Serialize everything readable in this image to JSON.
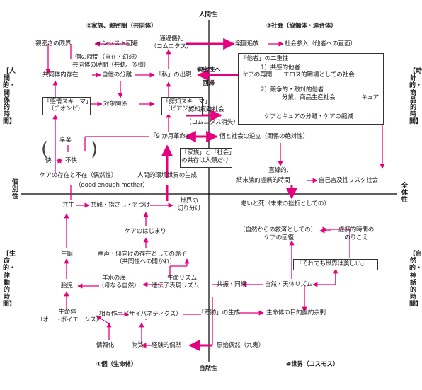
{
  "axes": {
    "top": "人間性",
    "bottom": "自然性",
    "left": "個別性",
    "right": "全体性"
  },
  "quadrants": {
    "q1": "①個（生命体）",
    "q2": "②家族、親密圏（共同体）",
    "q3": "③社会（協働体・連合体）",
    "q4": "④世界（コスモス）"
  },
  "side_labels": {
    "left_upper": "【人間的・関係的時間】",
    "left_lower": "【生命的・律動的時間】",
    "right_upper": "【時計的・商品的時間】",
    "right_lower": "【自然的・神話的時間】"
  },
  "nodes": {
    "shinmitsu": "親密さの限界",
    "incest": "インセスト回避",
    "tsuka1": "通過儀礼",
    "tsuka2": "（コムニタス）",
    "rakuen": "楽園追放",
    "shakai_sanka": "社会参入（他者への直面）",
    "kojin_jikan1": "個の時間（自在・幻想）",
    "kojin_jikan2": "共同体の時間（共軌、多様）",
    "kyodotai_nai": "共同体内存在",
    "jiga_bunretsu": "自他の分離",
    "watashi": "「私」の出現",
    "shinmitsu_he": "親密性へ",
    "kaiki": "回帰",
    "tasha_title": "「他者」の二重性",
    "kyokan1": "1）共感的他者",
    "eros": "エロス的職場としての社会",
    "care_saikai": "ケアの再開",
    "kyoso1": "2）競争的・敵対的他者",
    "kyoso2": "分業、商品生産社会",
    "cure": "キュア",
    "kanjo1": "「感情スキーマ」",
    "kanjo2": "（チオンピ）",
    "taisho": "対象関係",
    "ninchi1": "「認知スキーマ」",
    "ninchi2": "（ピアジェ）",
    "saishuku1": "認知痕跡社会",
    "saishuku2": "（コムニタス消失）",
    "care_cure_split": "ケアとキュアの分離・ケアの縮減",
    "kyoraku": "享楽",
    "kai": "快",
    "fukai": "不快",
    "kyukagetsu": "「9 か月革命」",
    "gyakuritsu": "個と社会の逆立（関係の絶対性）",
    "kazoku1": "「家族」と「社会」",
    "kazoku2": "の共存は人類だけ",
    "chokusen1": "直線的、",
    "chokusen2": "終末論的虚無的時間",
    "jiko_genkyu": "自己言及性リスク社会",
    "care_sonzai": "ケアの存在と不在（偶然性）",
    "jinkan_kankyo": "人間的環境世界の生成",
    "good_enough": "（good enough mother）",
    "kyosei": "共生",
    "kyokan_sashi": "共観・指さし・名づけ",
    "sekai_kiriwake1": "世界の",
    "sekai_kiriwake2": "切り分け",
    "oi_shi": "老いと死（未来の挫折としての）",
    "care_hajimari": "ケアのはじまり",
    "shizen_kyusai1": "（自然からの救済としての）",
    "shizen_kyusai2": "ケアの回復",
    "kyomu1": "虚無的時間の",
    "kyomu2": "のりこえ",
    "seitan": "生誕",
    "sansei1": "産声・仰向けの存在としての赤子",
    "sansei2": "（共同性への開かれ）",
    "soredemo": "「それでも世界は美しい」",
    "yosui1": "羊水の海",
    "yosui2": "（母なる自然）",
    "seimei_rhythm1": "生命リズム",
    "seimei_rhythm2": "遺伝子表現リズム",
    "kyoshin": "共振・同期",
    "shizen_tentai": "自然・天体リズム",
    "taiji": "胎児",
    "seimeitai1": "生命体",
    "seimeitai2": "（オートポイエーシス）",
    "sogo_sayo": "相互作用（サイバネティクス）",
    "kiseki": "「奇跡」の生成",
    "seimei_mokuteki": "生命体の目的論的余剰",
    "johoka": "情報化",
    "busshitsu": "物質",
    "keiken_guzen": "経験的偶然",
    "genshi_guzen": "原始偶然（九鬼）"
  }
}
